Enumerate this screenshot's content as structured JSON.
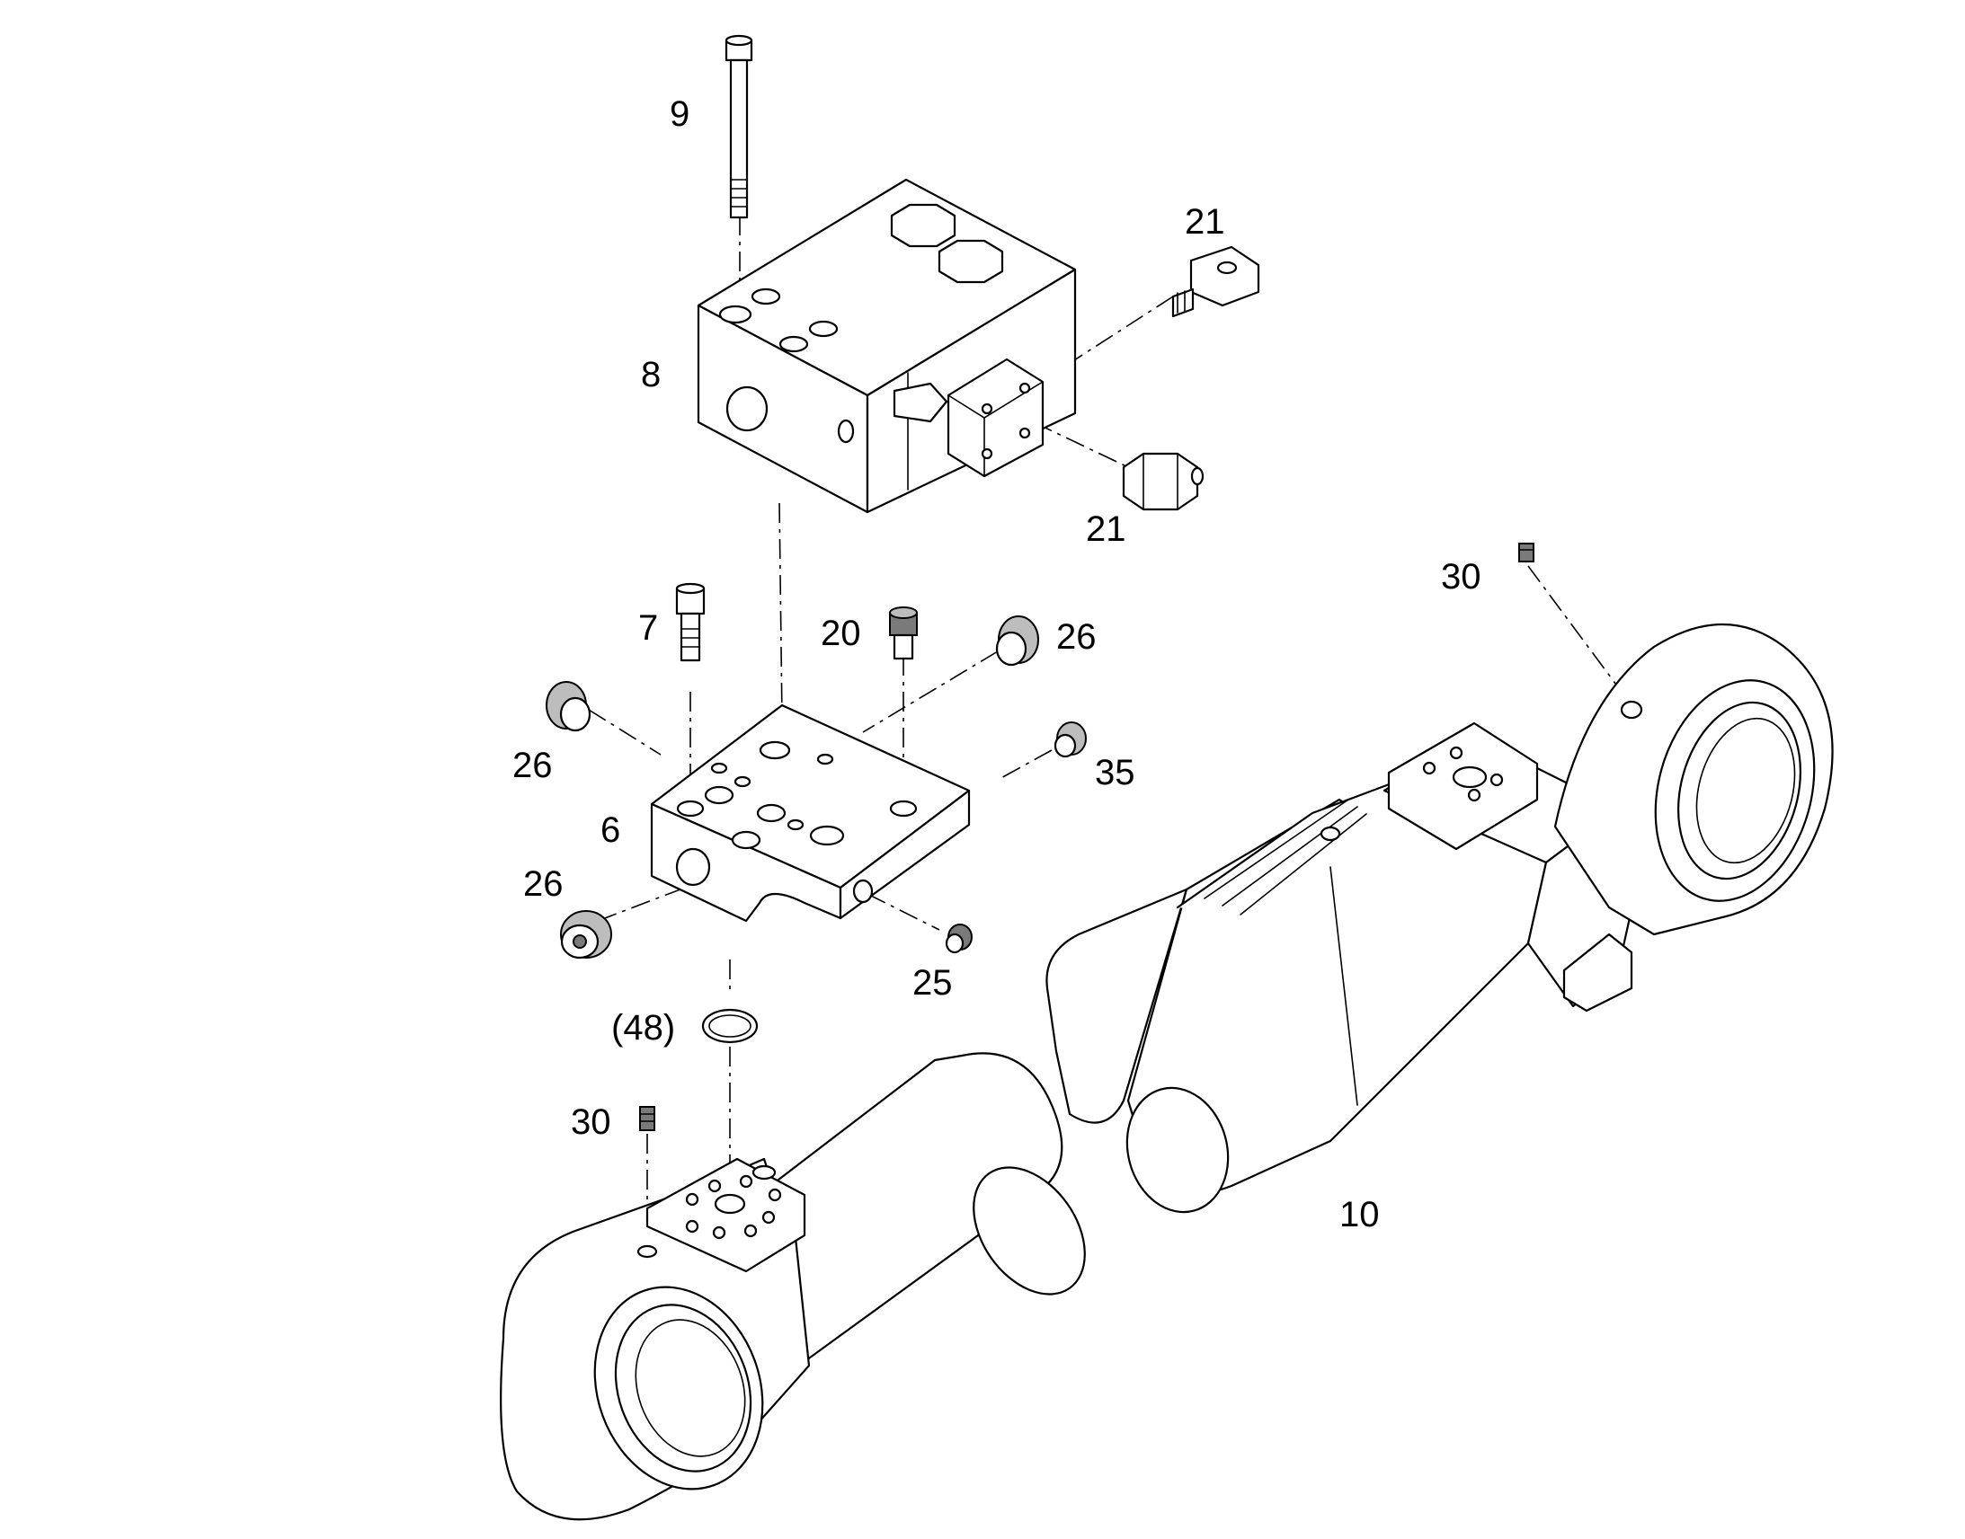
{
  "diagram": {
    "callouts": {
      "c9": "9",
      "c8": "8",
      "c21a": "21",
      "c21b": "21",
      "c7": "7",
      "c20": "20",
      "c26a": "26",
      "c26b": "26",
      "c26c": "26",
      "c6": "6",
      "c35": "35",
      "c25": "25",
      "c48": "(48)",
      "c30a": "30",
      "c30b": "30",
      "c10": "10"
    }
  }
}
